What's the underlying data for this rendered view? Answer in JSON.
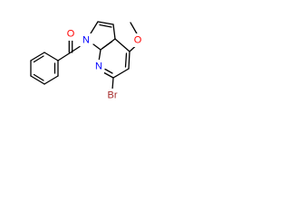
{
  "molecule": {
    "atoms": {
      "n1": {
        "label": "N",
        "color": "#0000ff"
      },
      "n7": {
        "label": "N",
        "color": "#0000ff"
      },
      "o_carbonyl": {
        "label": "O",
        "color": "#ff0000"
      },
      "o_methoxy": {
        "label": "O",
        "color": "#ff0000"
      },
      "br": {
        "label": "Br",
        "color": "#a52a2a"
      }
    }
  }
}
